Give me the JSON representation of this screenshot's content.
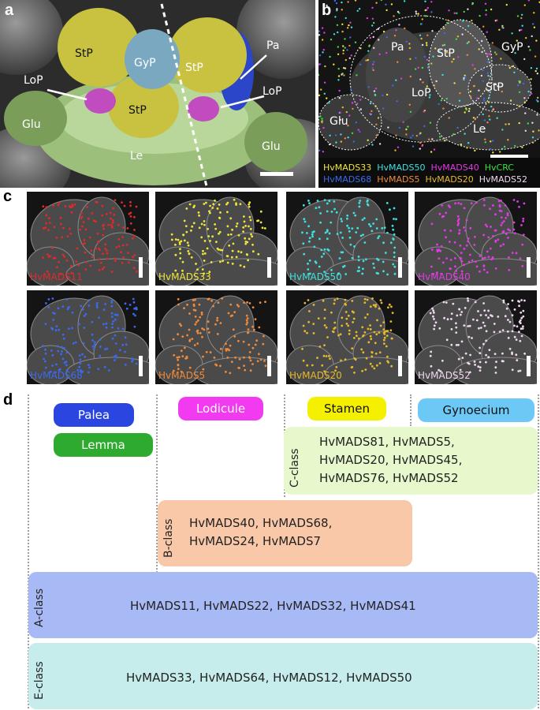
{
  "panels": {
    "a": {
      "letter": "a",
      "labels": [
        "StP",
        "GyP",
        "StP",
        "Pa",
        "LoP",
        "StP",
        "LoP",
        "Glu",
        "Le",
        "Glu"
      ]
    },
    "b": {
      "letter": "b",
      "labels": [
        "Pa",
        "StP",
        "GyP",
        "LoP",
        "StP",
        "Glu",
        "Le"
      ],
      "legend_row1": [
        {
          "name": "HvMADS33",
          "color": "#f0e63a"
        },
        {
          "name": "HvMADS50",
          "color": "#3ee0e0"
        },
        {
          "name": "HvMADS40",
          "color": "#e23ae6"
        },
        {
          "name": "HvCRC",
          "color": "#3ee03e"
        }
      ],
      "legend_row2": [
        {
          "name": "HvMADS68",
          "color": "#3a6af0"
        },
        {
          "name": "HvMADS5",
          "color": "#f08a3a"
        },
        {
          "name": "HvMADS20",
          "color": "#e6b82a"
        },
        {
          "name": "HvMADS52",
          "color": "#f0d8f0"
        }
      ]
    },
    "c": {
      "letter": "c",
      "tiles": [
        {
          "name": "HvMADS11",
          "color": "#e02a2a"
        },
        {
          "name": "HvMADS33",
          "color": "#f0e63a"
        },
        {
          "name": "HvMADS50",
          "color": "#3ee0e0"
        },
        {
          "name": "HvMADS40",
          "color": "#e23ae6"
        },
        {
          "name": "HvMADS68",
          "color": "#3a6af0"
        },
        {
          "name": "HvMADS5",
          "color": "#f08a3a"
        },
        {
          "name": "HvMADS20",
          "color": "#e6b82a"
        },
        {
          "name": "HvMADS52",
          "color": "#f0d8f0"
        }
      ]
    },
    "d": {
      "letter": "d",
      "organs": {
        "palea": "Palea",
        "lemma": "Lemma",
        "lodicule": "Lodicule",
        "stamen": "Stamen",
        "gynoecium": "Gynoecium"
      },
      "classes": {
        "c": {
          "label": "C-class",
          "genes": [
            "HvMADS81, HvMADS5,",
            "HvMADS20, HvMADS45,",
            "HvMADS76, HvMADS52"
          ]
        },
        "b": {
          "label": "B-class",
          "genes": [
            "HvMADS40, HvMADS68,",
            "HvMADS24,  HvMADS7"
          ]
        },
        "a": {
          "label": "A-class",
          "genes": [
            "HvMADS11, HvMADS22, HvMADS32, HvMADS41"
          ]
        },
        "e": {
          "label": "E-class",
          "genes": [
            "HvMADS33, HvMADS64, HvMADS12, HvMADS50"
          ]
        }
      }
    }
  },
  "colors": {
    "palea": "#2b46e0",
    "lemma": "#2eaa2e",
    "lodicule": "#f23af0",
    "stamen": "#f5f000",
    "gynoecium": "#6cc8f5",
    "c_class": "#e6f8cc",
    "b_class": "#f8c8a8",
    "a_class": "#a8baf5",
    "e_class": "#c6ecec"
  }
}
